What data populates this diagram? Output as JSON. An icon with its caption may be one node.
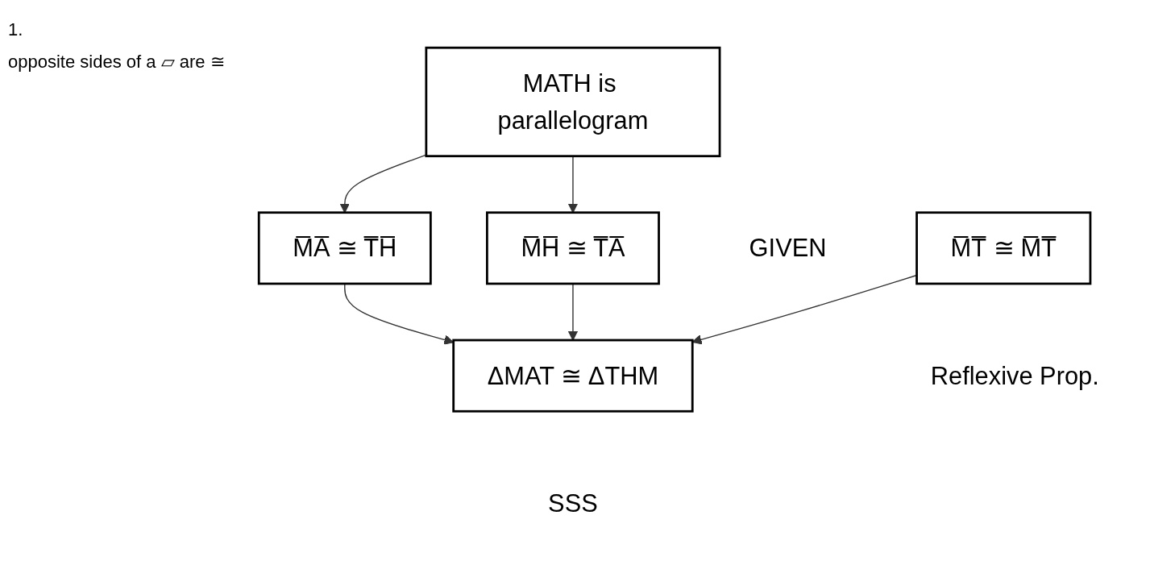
{
  "diagram": {
    "nodes": [
      {
        "text": [
          "MATH is parallelogram"
        ],
        "beside": [
          "GIVEN"
        ]
      },
      {
        "text": [
          "M̅A̅ ≅ T̅H̅"
        ]
      },
      {
        "text": [
          "M̅H̅ ≅ T̅A̅"
        ]
      },
      {
        "text": [
          "M̅T̅ ≅ M̅T̅"
        ],
        "beside": [
          "Reflexive Prop."
        ]
      },
      {
        "text": [
          "ΔMAT ≅ ΔTHM"
        ],
        "beside": [
          "SSS"
        ]
      }
    ],
    "edges": [
      {
        "from": 0,
        "to": 1,
        "arrow": "to"
      },
      {
        "from": 0,
        "to": 2,
        "arrow": "to"
      },
      {
        "from": 1,
        "to": 4,
        "arrow": "to"
      },
      {
        "from": 2,
        "to": 4,
        "arrow": "to"
      },
      {
        "from": 3,
        "to": 4,
        "arrow": "to"
      }
    ],
    "labels": [
      "1.",
      "opposite sides of a ▱ are ≅"
    ]
  }
}
